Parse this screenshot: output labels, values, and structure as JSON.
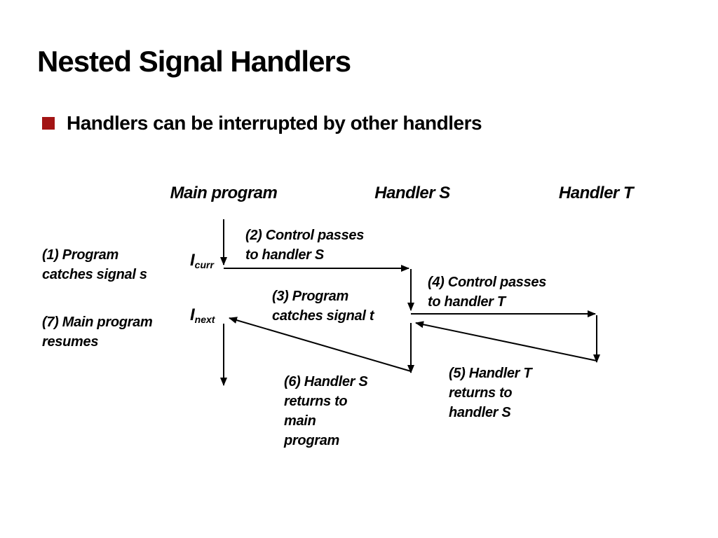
{
  "slide": {
    "title": "Nested Signal Handlers",
    "bullet": "Handlers can be interrupted by other handlers"
  },
  "colors": {
    "bullet_square": "#a31414",
    "text": "#000000",
    "line": "#000000"
  },
  "diagram": {
    "headers": [
      {
        "id": "main",
        "label": "Main program"
      },
      {
        "id": "handler-s",
        "label": "Handler S"
      },
      {
        "id": "handler-t",
        "label": "Handler T"
      }
    ],
    "markers": {
      "icurr": {
        "base": "I",
        "sub": "curr"
      },
      "inext": {
        "base": "I",
        "sub": "next"
      }
    },
    "steps": [
      {
        "n": 1,
        "text": "(1) Program\ncatches signal s"
      },
      {
        "n": 2,
        "text": "(2) Control passes\nto handler S"
      },
      {
        "n": 3,
        "text": "(3) Program\ncatches signal t"
      },
      {
        "n": 4,
        "text": "(4)  Control passes\nto handler T"
      },
      {
        "n": 5,
        "text": "(5) Handler T\nreturns to\nhandler S"
      },
      {
        "n": 6,
        "text": "(6) Handler S\nreturns to\nmain\nprogram"
      },
      {
        "n": 7,
        "text": "(7) Main program\nresumes"
      }
    ]
  }
}
